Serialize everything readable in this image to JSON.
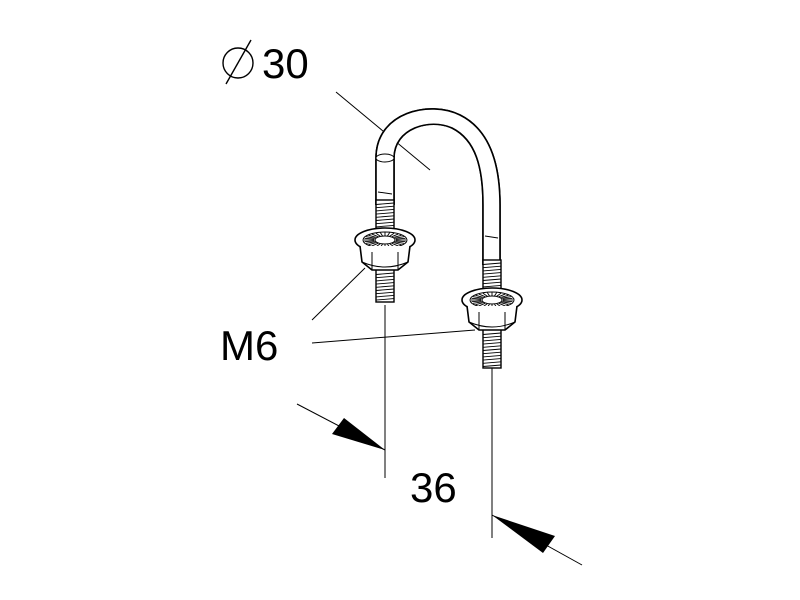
{
  "labels": {
    "diameter_symbol": "⌀",
    "diameter_value": "30",
    "thread": "M6",
    "spacing": "36"
  },
  "colors": {
    "ink": "#000000",
    "background": "#ffffff"
  }
}
